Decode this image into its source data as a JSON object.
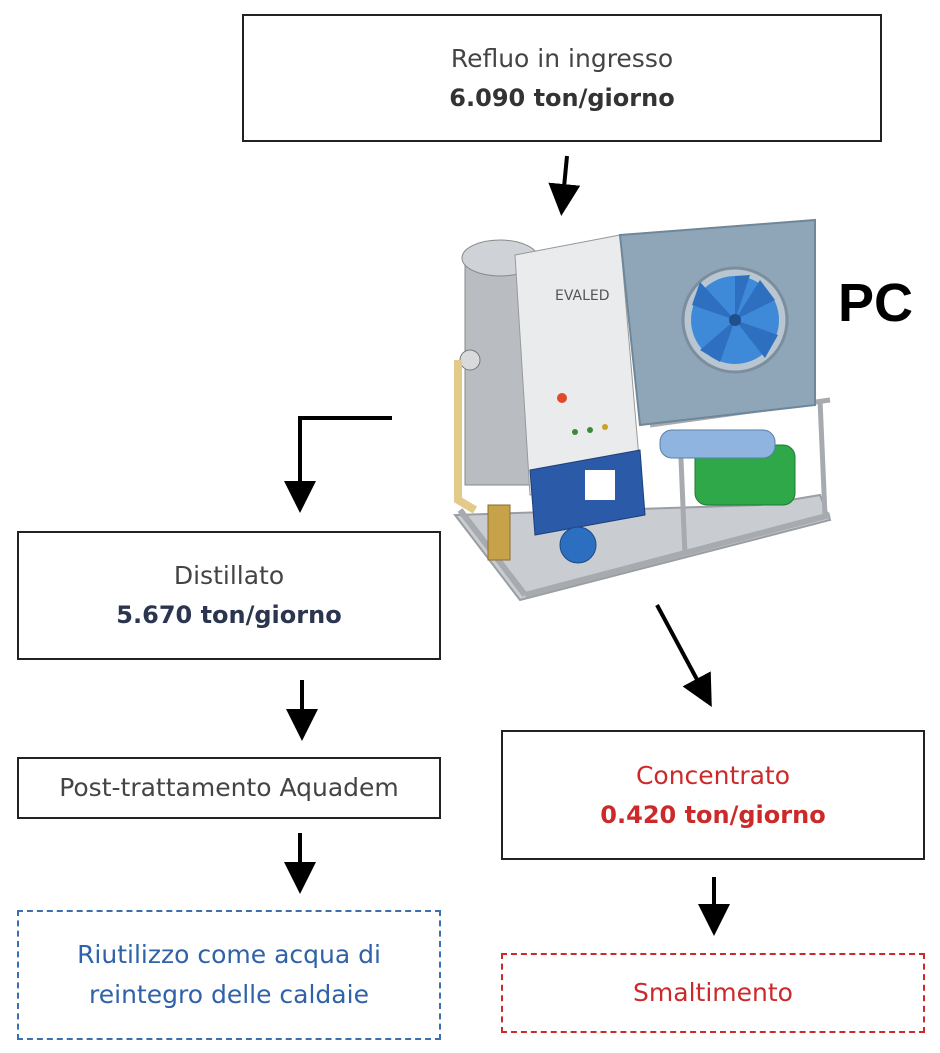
{
  "input": {
    "label": "Refluo in ingresso",
    "value": "6.090 ton/giorno"
  },
  "machine": {
    "brand": "EVALED",
    "tag": "PC"
  },
  "distillate": {
    "label": "Distillato",
    "value": "5.670 ton/giorno"
  },
  "post_treatment": {
    "label": "Post-trattamento Aquadem"
  },
  "reuse": {
    "label_line1": "Riutilizzo come acqua di",
    "label_line2": "reintegro delle caldaie"
  },
  "concentrate": {
    "label": "Concentrato",
    "value": "0.420 ton/giorno"
  },
  "disposal": {
    "label": "Smaltimento"
  },
  "colors": {
    "red": "#cc2a2a",
    "blue": "#2f62a8",
    "border": "#222222"
  }
}
